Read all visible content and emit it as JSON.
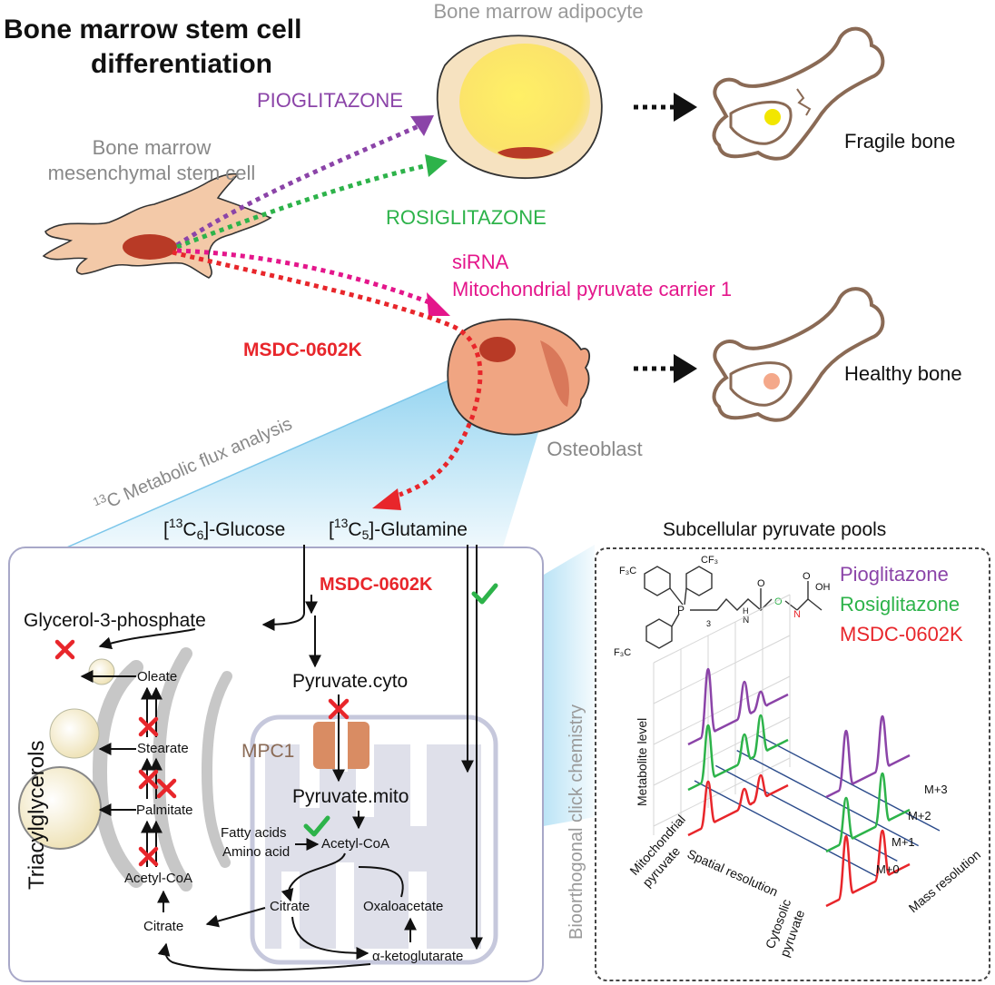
{
  "title": {
    "line1": "Bone marrow stem cell",
    "line2": "differentiation"
  },
  "cells": {
    "msc_line1": "Bone marrow",
    "msc_line2": "mesenchymal stem cell",
    "adipocyte": "Bone marrow adipocyte",
    "osteoblast": "Osteoblast"
  },
  "outcomes": {
    "fragile": "Fragile bone",
    "healthy": "Healthy bone"
  },
  "drugs": {
    "pioglitazone": "PIOGLITAZONE",
    "rosiglitazone": "ROSIGLITAZONE",
    "sirna_line1": "siRNA",
    "sirna_line2": "Mitochondrial pyruvate carrier 1",
    "msdc": "MSDC-0602K"
  },
  "colors": {
    "pioglitazone": "#8b44a8",
    "rosiglitazone": "#2db34a",
    "sirna": "#e4168b",
    "msdc": "#e8262b",
    "cell": "#f3c9a8",
    "nucleus": "#b83a26",
    "adipocyte_fill": "#f6e9b5",
    "lipid": "#ffee4d",
    "flux_blue": "#1aa3e0"
  },
  "flux": {
    "label_prefix": "13",
    "label_main": "C Metabolic flux analysis",
    "glucose": {
      "pre": "[",
      "sup": "13",
      "mid": "C",
      "sub": "6",
      "post": "]-Glucose"
    },
    "glutamine": {
      "pre": "[",
      "sup": "13",
      "mid": "C",
      "sub": "5",
      "post": "]-Glutamine"
    }
  },
  "metabolism": {
    "msdc": "MSDC-0602K",
    "glycerol": "Glycerol-3-phosphate",
    "triacylglycerols": "Triacylglycerols",
    "oleate": "Oleate",
    "stearate": "Stearate",
    "palmitate": "Palmitate",
    "acetyl_coa_cyto": "Acetyl-CoA",
    "citrate_cyto": "Citrate",
    "pyruvate_cyto": "Pyruvate.cyto",
    "mpc1": "MPC1",
    "pyruvate_mito": "Pyruvate.mito",
    "fatty_acids": "Fatty acids",
    "amino_acid": "Amino acid",
    "acetyl_coa_mito": "Acetyl-CoA",
    "citrate_mito": "Citrate",
    "oxaloacetate": "Oxaloacetate",
    "akg": "α-ketoglutarate"
  },
  "click_label": "Bioorthogonal click chemistry",
  "pools": {
    "title": "Subcellular pyruvate pools",
    "legend": [
      "Pioglitazone",
      "Rosiglitazone",
      "MSDC-0602K"
    ],
    "metabolite_level": "Metabolite level",
    "mito_line1": "Mitochondrial",
    "mito_line2": "pyruvate",
    "spatial": "Spatial resolution",
    "cyto_line1": "Cytosolic",
    "cyto_line2": "pyruvate",
    "mass": "Mass resolution",
    "isotopologues": [
      "M+0",
      "M+1",
      "M+2",
      "M+3"
    ]
  },
  "chem": {
    "cf3": "F₃C",
    "cf3b": "CF₃",
    "p": "P",
    "n": "N",
    "h": "H",
    "o": "O",
    "oh": "OH",
    "sub3": "3"
  }
}
